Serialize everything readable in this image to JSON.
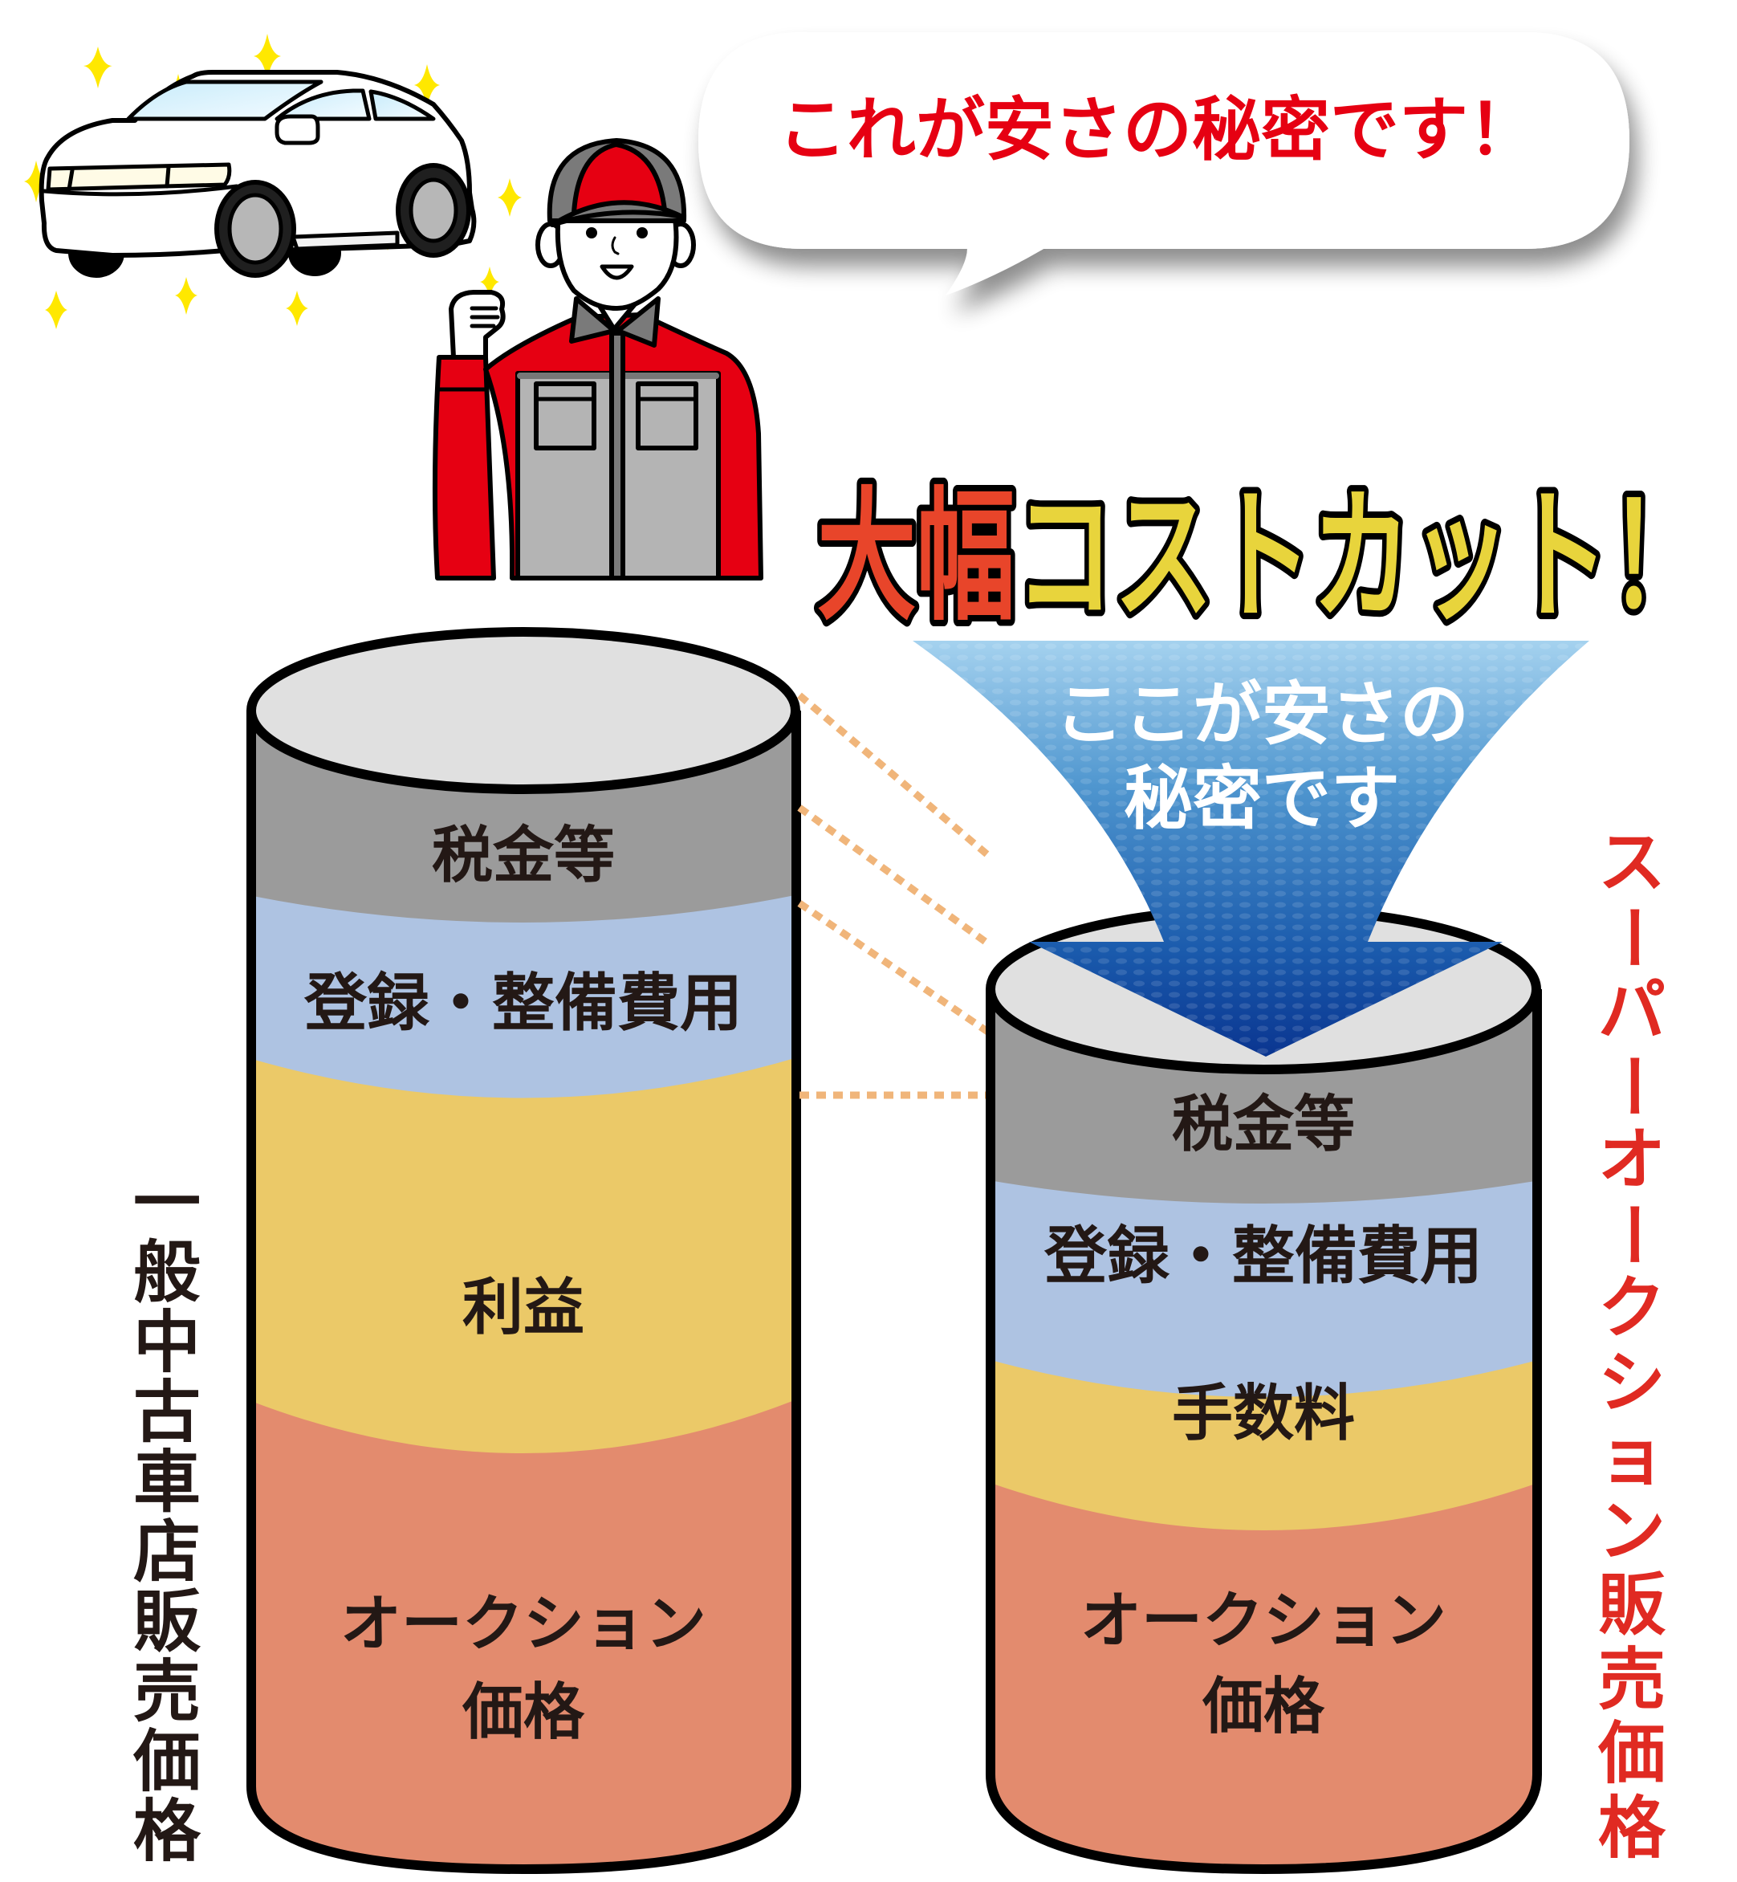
{
  "speech_bubble": {
    "text": "これが安さの秘密です！",
    "text_color": "#e60012"
  },
  "headline": {
    "red_part": "大幅",
    "yellow_part": "コストカット",
    "exclaim": "！",
    "red_color": "#e8452a",
    "yellow_color": "#e8d43c",
    "outline_color": "#000000"
  },
  "funnel_arrow": {
    "line1": "ここが安さの",
    "line2": "秘密です",
    "top_color": "#9ccbe9",
    "bottom_color": "#0a3590"
  },
  "left_cylinder": {
    "caption": "一般中古車店販売価格",
    "caption_color": "#231815",
    "layers": [
      {
        "label": "税金等",
        "color": "#9b9b9b"
      },
      {
        "label": "登録・整備費用",
        "color": "#aec3e2"
      },
      {
        "label": "利益",
        "color": "#ebc968"
      },
      {
        "label_line1": "オークション",
        "label_line2": "価格",
        "color": "#e38b6e"
      }
    ]
  },
  "right_cylinder": {
    "caption": "スーパーオークション販売価格",
    "caption_color": "#e02a22",
    "layers": [
      {
        "label": "税金等",
        "color": "#9b9b9b"
      },
      {
        "label": "登録・整備費用",
        "color": "#aec3e2"
      },
      {
        "label": "手数料",
        "color": "#ebc968"
      },
      {
        "label_line1": "オークション",
        "label_line2": "価格",
        "color": "#e38b6e"
      }
    ]
  },
  "connector_color": "#f0b57a",
  "illustrations": {
    "car": "white-car-icon",
    "mechanic": "mechanic-fist-pump-icon",
    "sparkles": "sparkle-icon"
  }
}
